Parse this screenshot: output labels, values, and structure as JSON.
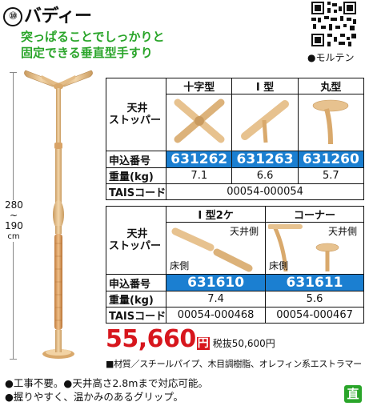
{
  "product": {
    "number": "⑩",
    "name": "バディー",
    "tagline_1": "突っぱることでしっかりと",
    "tagline_2": "固定できる垂直型手すり",
    "maker": "●モルテン",
    "height_top": "280",
    "height_sep": "~",
    "height_bottom": "190",
    "height_unit": "cm"
  },
  "table1": {
    "stopper_label_1": "天井",
    "stopper_label_2": "ストッパー",
    "columns": [
      "十字型",
      "I 型",
      "丸型"
    ],
    "order_label": "申込番号",
    "order_numbers": [
      "631262",
      "631263",
      "631260"
    ],
    "weight_label": "重量(kg)",
    "weights": [
      "7.1",
      "6.6",
      "5.7"
    ],
    "tais_label": "TAISコード",
    "tais": "00054-000054"
  },
  "table2": {
    "stopper_label_1": "天井",
    "stopper_label_2": "ストッパー",
    "columns": [
      "I 型2ケ",
      "コーナー"
    ],
    "ceiling_side": "天井側",
    "floor_side": "床側",
    "order_label": "申込番号",
    "order_numbers": [
      "631610",
      "631611"
    ],
    "weight_label": "重量(kg)",
    "weights": [
      "7.4",
      "5.6"
    ],
    "tais_label": "TAISコード",
    "tais": [
      "00054-000468",
      "00054-000467"
    ]
  },
  "price": {
    "amount": "55,660",
    "yen": "円",
    "tax_excluded": "税抜50,600円"
  },
  "material": "■材質／スチールパイプ、木目調樹脂、オレフィン系エストラマー",
  "bullets": [
    "●工事不要。●天井高さ2.8mまで対応可能。",
    "●握りやすく、温かみのあるグリップ。"
  ],
  "badge": "直",
  "colors": {
    "accent_green": "#2aa52a",
    "order_blue": "#1b7fd1",
    "price_red": "#d7161d",
    "pole_wood": "#e8c596"
  }
}
